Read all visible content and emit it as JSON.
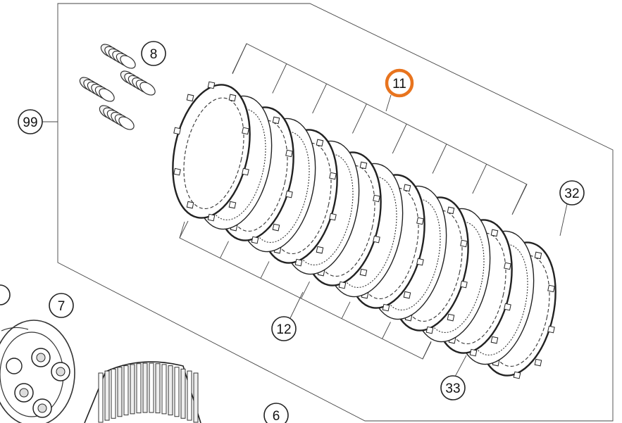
{
  "diagram": {
    "callouts": {
      "c99": "99",
      "c8": "8",
      "c11": "11",
      "c32": "32",
      "c12": "12",
      "c33": "33",
      "c7": "7",
      "c6": "6"
    },
    "highlight_color": "#e8741e",
    "line_color": "#333333",
    "icons": [
      "spring-icon",
      "friction-disc-icon",
      "steel-disc-icon",
      "clutch-basket-icon",
      "pressure-plate-icon"
    ]
  }
}
